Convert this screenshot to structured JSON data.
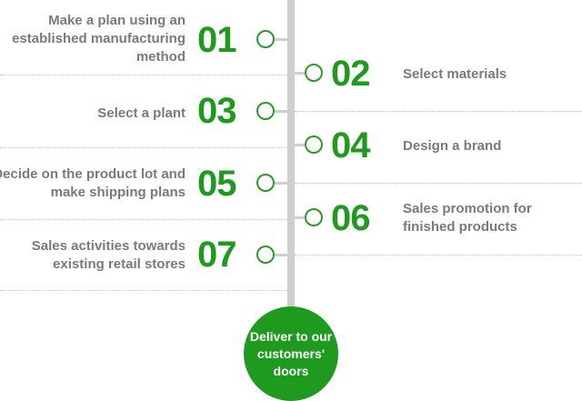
{
  "steps": [
    {
      "number": "01",
      "label": "Make a plan using an established manufacturing method"
    },
    {
      "number": "02",
      "label": "Select materials"
    },
    {
      "number": "03",
      "label": "Select a plant"
    },
    {
      "number": "04",
      "label": "Design a brand"
    },
    {
      "number": "05",
      "label": "Decide on the product lot and make shipping plans"
    },
    {
      "number": "06",
      "label": "Sales promotion for finished products"
    },
    {
      "number": "07",
      "label": "Sales activities towards existing retail stores"
    }
  ],
  "final": {
    "label": "Deliver to our customers' doors"
  },
  "colors": {
    "accent": "#1f9a1f",
    "line": "#cfcfcf",
    "text": "#7a7a7a"
  }
}
